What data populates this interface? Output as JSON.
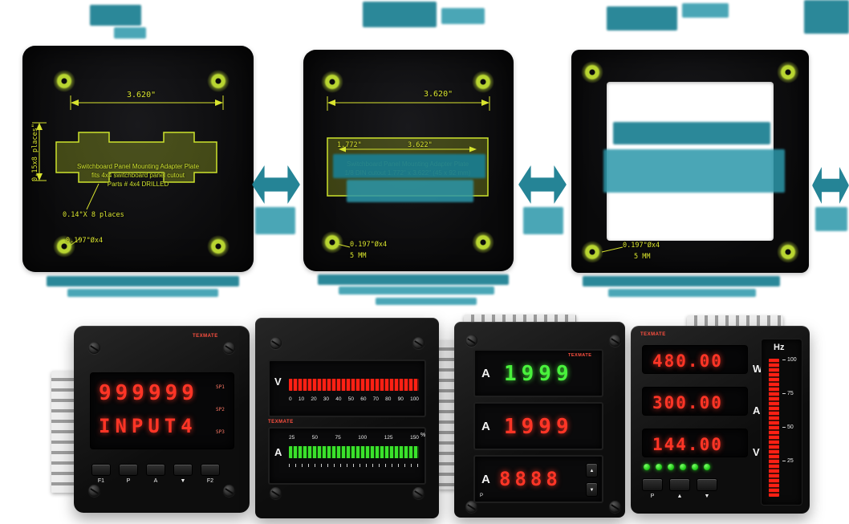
{
  "plates": {
    "plate1": {
      "width_dim": "3.620\"",
      "side_dim": "0.15x8 places\"",
      "notes": [
        "Switchboard Panel Mounting Adapter Plate",
        "fits 4x4 switchboard panel cutout",
        "Parts # 4x4 DRILLED"
      ],
      "slot_label": "0.14\"X 8 places",
      "hole_label": "0.197\"Øx4"
    },
    "plate2": {
      "width_dim": "3.620\"",
      "cutout_dim_a": "1.772\"",
      "cutout_dim_b": "3.622\"",
      "notes": [
        "Switchboard Panel Mounting Adapter Plate",
        "1/8 DIN cutout 1.772\" x 3.622\" (45 x 92 mm)"
      ],
      "hole_label": "0.197\"Øx4",
      "hole_mm": "5 MM"
    },
    "plate3": {
      "hole_label": "0.197\"Øx4",
      "hole_mm": "5 MM"
    }
  },
  "meters": {
    "meter1": {
      "brand": "TEXMATE",
      "display_line1": "999999",
      "display_line2": "INPUT4",
      "annunciators": [
        "SP1",
        "SP2",
        "SP3"
      ],
      "buttons": [
        "F1",
        "P",
        "A",
        "▼",
        "F2"
      ]
    },
    "meter2": {
      "brand": "TEXMATE",
      "top_label": "V",
      "top_scale": [
        "0",
        "10",
        "20",
        "30",
        "40",
        "50",
        "60",
        "70",
        "80",
        "90",
        "100"
      ],
      "bottom_label": "A",
      "bottom_scale": [
        "25",
        "50",
        "75",
        "100",
        "125",
        "150"
      ],
      "bottom_unit": "%"
    },
    "meter3": {
      "brand": "TEXMATE",
      "rows": [
        {
          "label": "A",
          "value": "1999"
        },
        {
          "label": "A",
          "value": "1999"
        },
        {
          "label": "A",
          "value": "8888"
        }
      ],
      "prog_label": "P",
      "up": "▲",
      "down": "▼"
    },
    "meter4": {
      "brand": "TEXMATE",
      "bargraph_label": "Hz",
      "bargraph_scale": [
        "100",
        "75",
        "50",
        "25"
      ],
      "readouts": [
        {
          "value": "480.00",
          "unit": "W"
        },
        {
          "value": "300.00",
          "unit": "A"
        },
        {
          "value": "144.00",
          "unit": "V"
        }
      ],
      "buttons": [
        "P",
        "▲",
        "▼"
      ]
    }
  }
}
